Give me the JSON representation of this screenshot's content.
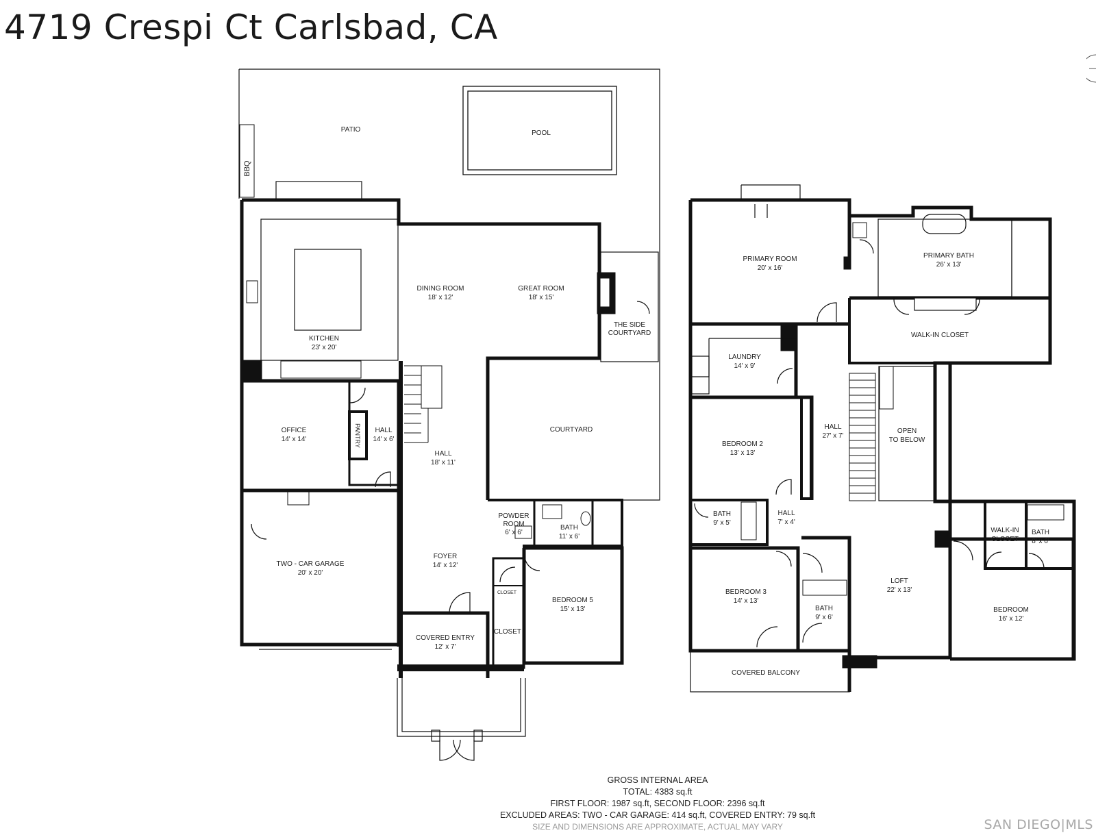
{
  "title": "4719 Crespi Ct Carlsbad, CA",
  "first_floor": {
    "patio": "PATIO",
    "pool": "POOL",
    "bbq": "BBQ",
    "dining_room": {
      "name": "DINING ROOM",
      "dims": "18' x 12'"
    },
    "great_room": {
      "name": "GREAT ROOM",
      "dims": "18' x 15'"
    },
    "side_courtyard": {
      "line1": "THE SIDE",
      "line2": "COURTYARD"
    },
    "kitchen": {
      "name": "KITCHEN",
      "dims": "23' x 20'"
    },
    "office": {
      "name": "OFFICE",
      "dims": "14' x 14'"
    },
    "pantry": "PANTRY",
    "hall_small": {
      "name": "HALL",
      "dims": "14' x 6'"
    },
    "hall_main": {
      "name": "HALL",
      "dims": "18' x 11'"
    },
    "courtyard": "COURTYARD",
    "garage": {
      "name": "TWO - CAR GARAGE",
      "dims": "20' x 20'"
    },
    "powder_room": {
      "line1": "POWDER",
      "line2": "ROOM",
      "dims": "6' x 6'"
    },
    "bath": {
      "name": "BATH",
      "dims": "11' x 6'"
    },
    "foyer": {
      "name": "FOYER",
      "dims": "14' x 12'"
    },
    "closet_small": "CLOSET",
    "bedroom5": {
      "name": "BEDROOM 5",
      "dims": "15' x 13'"
    },
    "covered_entry": {
      "name": "COVERED ENTRY",
      "dims": "12' x 7'"
    },
    "closet": "CLOSET"
  },
  "second_floor": {
    "primary_room": {
      "name": "PRIMARY ROOM",
      "dims": "20' x 16'"
    },
    "primary_bath": {
      "name": "PRIMARY BATH",
      "dims": "26' x 13'"
    },
    "walk_in_closet": "WALK-IN CLOSET",
    "laundry": {
      "name": "LAUNDRY",
      "dims": "14' x 9'"
    },
    "hall_main": {
      "name": "HALL",
      "dims": "27' x 7'"
    },
    "open_to_below": {
      "line1": "OPEN",
      "line2": "TO BELOW"
    },
    "bedroom2": {
      "name": "BEDROOM 2",
      "dims": "13' x 13'"
    },
    "bath_a": {
      "name": "BATH",
      "dims": "9' x 5'"
    },
    "hall_small": {
      "name": "HALL",
      "dims": "7' x 4'"
    },
    "walk_in_closet_b": {
      "line1": "WALK-IN",
      "line2": "CLOSET"
    },
    "bath_c": {
      "name": "BATH",
      "dims": "8' x 6'"
    },
    "bedroom3": {
      "name": "BEDROOM 3",
      "dims": "14' x 13'"
    },
    "loft": {
      "name": "LOFT",
      "dims": "22' x 13'"
    },
    "bath_b": {
      "name": "BATH",
      "dims": "9' x 6'"
    },
    "bedroom": {
      "name": "BEDROOM",
      "dims": "16' x 12'"
    },
    "covered_balcony": "COVERED BALCONY"
  },
  "area": {
    "heading": "GROSS INTERNAL AREA",
    "total": "TOTAL: 4383 sq.ft",
    "floors": "FIRST FLOOR: 1987 sq.ft, SECOND FLOOR: 2396 sq.ft",
    "excluded": "EXCLUDED AREAS: TWO - CAR GARAGE: 414 sq.ft, COVERED ENTRY: 79 sq.ft",
    "note": "SIZE AND DIMENSIONS ARE APPROXIMATE, ACTUAL MAY VARY"
  },
  "watermark": "SAN DIEGO|MLS"
}
